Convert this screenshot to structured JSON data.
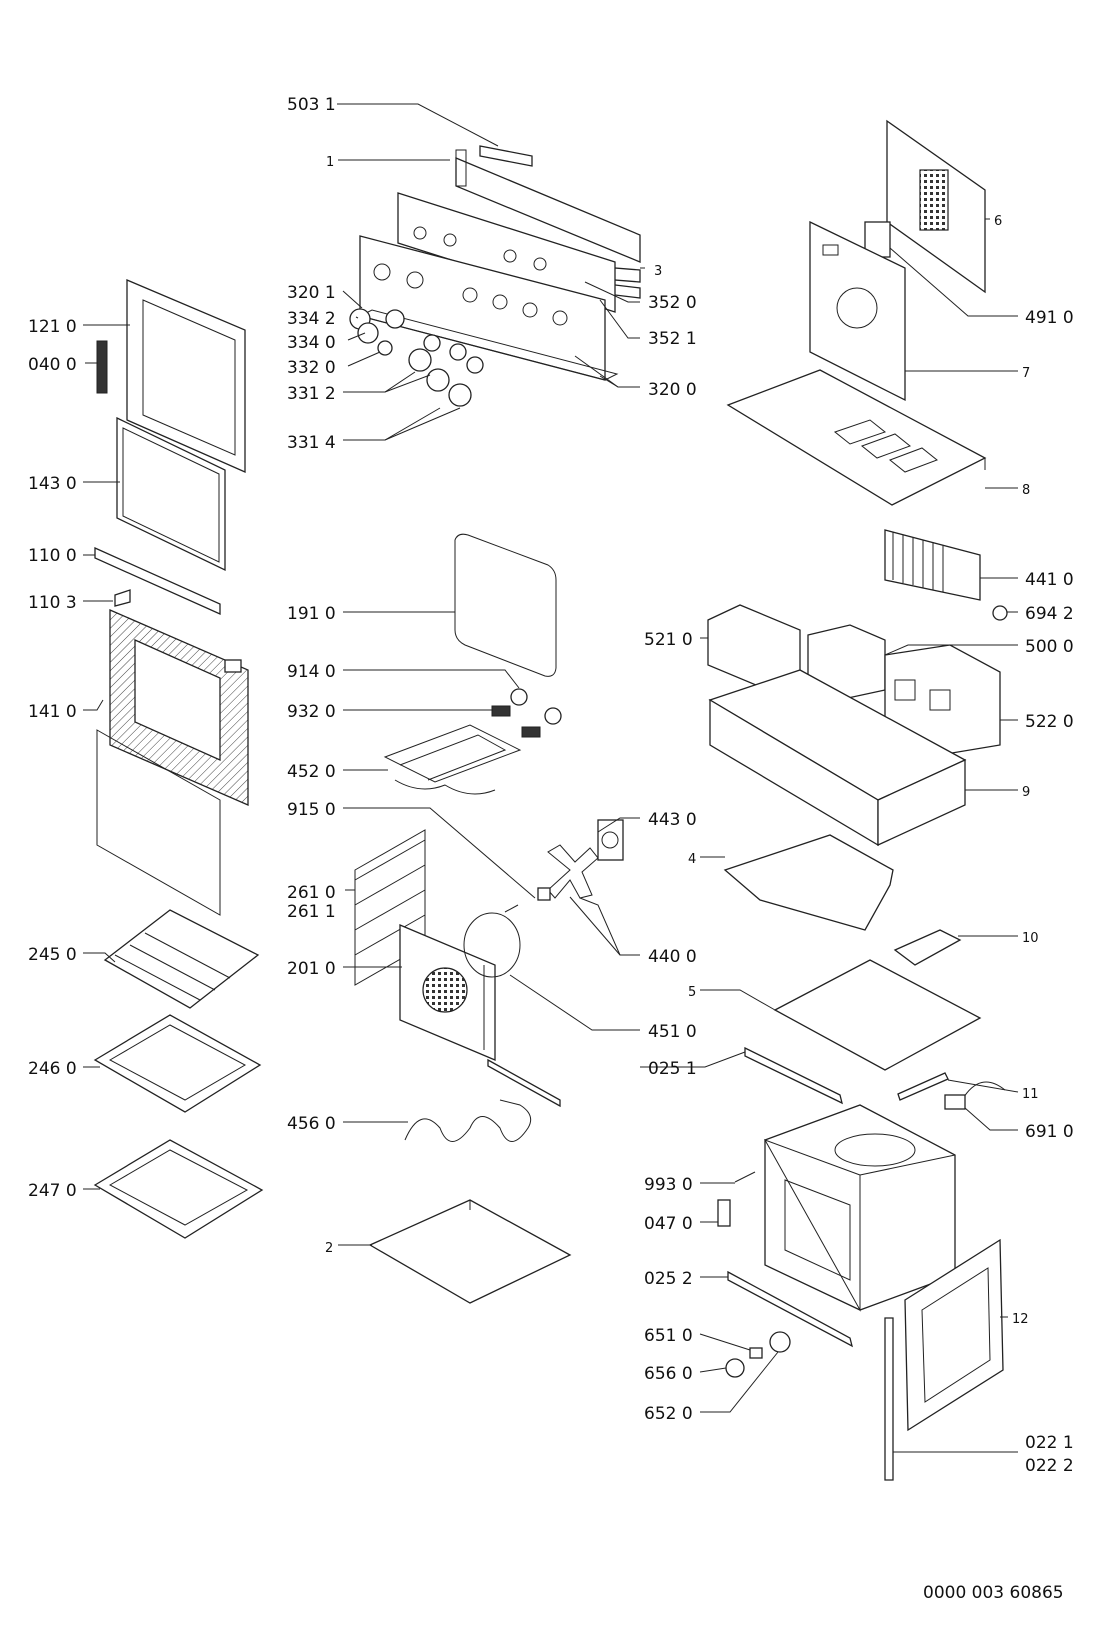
{
  "diagram": {
    "labels": [
      {
        "text": "503 1"
      },
      {
        "text": "1"
      },
      {
        "text": "3"
      },
      {
        "text": "352 0"
      },
      {
        "text": "352 1"
      },
      {
        "text": "320 1"
      },
      {
        "text": "334 2"
      },
      {
        "text": "334 0"
      },
      {
        "text": "332 0"
      },
      {
        "text": "331 2"
      },
      {
        "text": "331 4"
      },
      {
        "text": "320 0"
      },
      {
        "text": "121 0"
      },
      {
        "text": "040 0"
      },
      {
        "text": "143 0"
      },
      {
        "text": "110 0"
      },
      {
        "text": "110 3"
      },
      {
        "text": "141 0"
      },
      {
        "text": "245 0"
      },
      {
        "text": "246 0"
      },
      {
        "text": "247 0"
      },
      {
        "text": "191 0"
      },
      {
        "text": "914 0"
      },
      {
        "text": "932 0"
      },
      {
        "text": "452 0"
      },
      {
        "text": "915 0"
      },
      {
        "text": "261 0"
      },
      {
        "text": "261 1"
      },
      {
        "text": "201 0"
      },
      {
        "text": "456 0"
      },
      {
        "text": "2"
      },
      {
        "text": "443 0"
      },
      {
        "text": "440 0"
      },
      {
        "text": "451 0"
      },
      {
        "text": "025 1"
      },
      {
        "text": "6"
      },
      {
        "text": "491 0"
      },
      {
        "text": "7"
      },
      {
        "text": "8"
      },
      {
        "text": "441 0"
      },
      {
        "text": "694 2"
      },
      {
        "text": "521 0"
      },
      {
        "text": "500 0"
      },
      {
        "text": "522 0"
      },
      {
        "text": "9"
      },
      {
        "text": "4"
      },
      {
        "text": "10"
      },
      {
        "text": "5"
      },
      {
        "text": "11"
      },
      {
        "text": "691 0"
      },
      {
        "text": "993 0"
      },
      {
        "text": "047 0"
      },
      {
        "text": "025 2"
      },
      {
        "text": "651 0"
      },
      {
        "text": "656 0"
      },
      {
        "text": "652 0"
      },
      {
        "text": "12"
      },
      {
        "text": "022 1"
      },
      {
        "text": "022 2"
      }
    ],
    "footer": "0000 003 60865"
  }
}
